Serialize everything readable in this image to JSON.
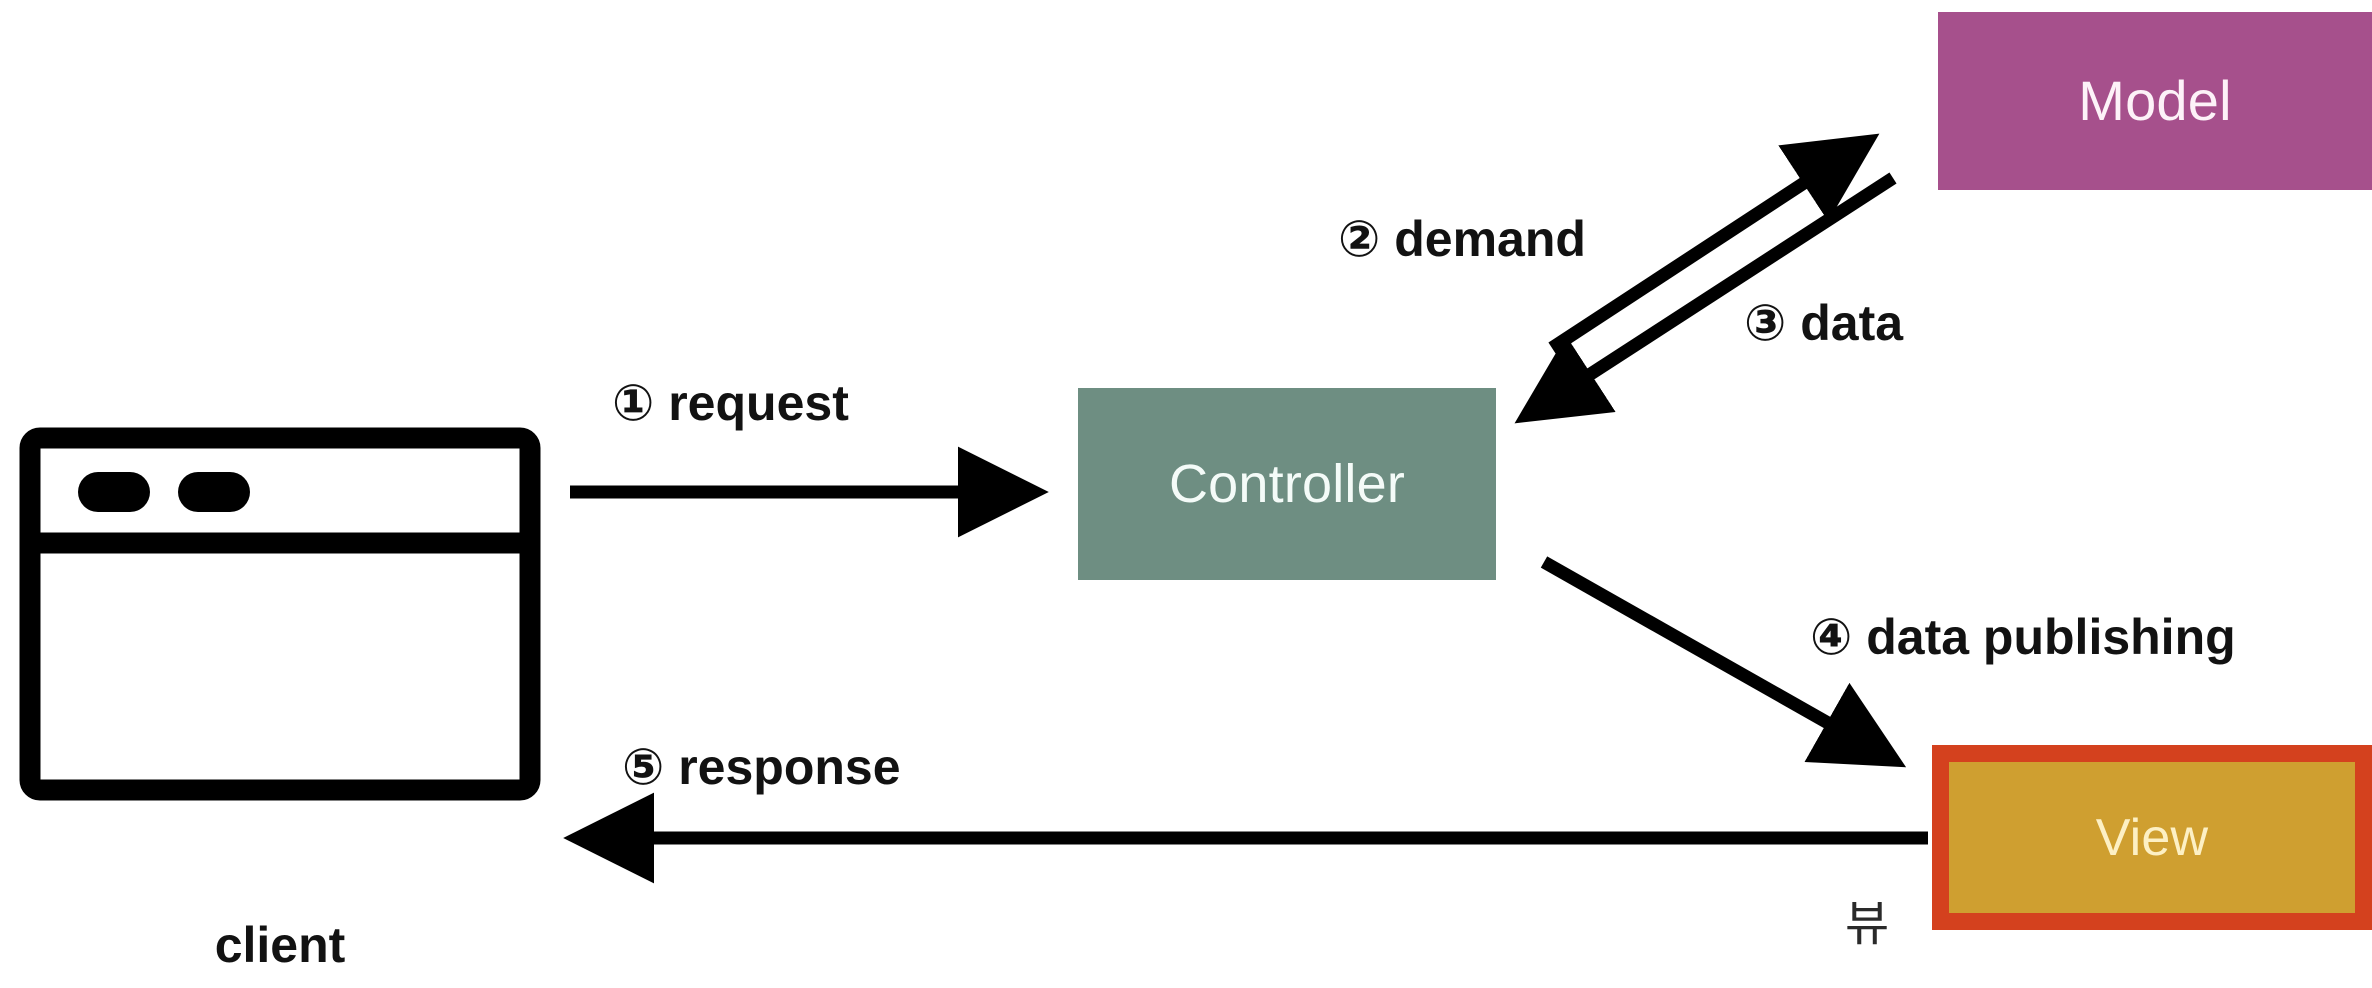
{
  "diagram": {
    "title": "MVC request flow",
    "type": "flow-diagram"
  },
  "nodes": [
    {
      "id": "client",
      "label": "client",
      "icon": "browser-window-icon",
      "color": "#000000"
    },
    {
      "id": "controller",
      "label": "Controller",
      "color": "#6e8e82",
      "text_color": "#f4fbf8"
    },
    {
      "id": "model",
      "label": "Model",
      "color": "#a6508c",
      "text_color": "#fdf2f8"
    },
    {
      "id": "view",
      "label": "View",
      "color": "#cf9f30",
      "border_color": "#d4411e",
      "text_color": "#fdf0c4",
      "annotation": "뷰"
    }
  ],
  "edges": [
    {
      "step": "①",
      "label": "① request",
      "from": "client",
      "to": "controller",
      "direction": "right"
    },
    {
      "step": "②",
      "label": "② demand",
      "from": "controller",
      "to": "model",
      "direction": "up-right"
    },
    {
      "step": "③",
      "label": "③ data",
      "from": "model",
      "to": "controller",
      "direction": "down-left"
    },
    {
      "step": "④",
      "label": "④ data publishing",
      "from": "controller",
      "to": "view",
      "direction": "down-right"
    },
    {
      "step": "⑤",
      "label": "⑤ response",
      "from": "view",
      "to": "client",
      "direction": "left"
    }
  ],
  "labels": {
    "client": "client",
    "controller": "Controller",
    "model": "Model",
    "view": "View",
    "view_hangul": "뷰",
    "request": "① request",
    "demand": "② demand",
    "data": "③ data",
    "data_publishing": "④ data publishing",
    "response": "⑤ response"
  },
  "colors": {
    "model_fill": "#a6508c",
    "controller_fill": "#6e8e82",
    "view_fill": "#cf9f30",
    "view_border": "#d4411e",
    "arrow": "#000000",
    "background": "#ffffff"
  }
}
